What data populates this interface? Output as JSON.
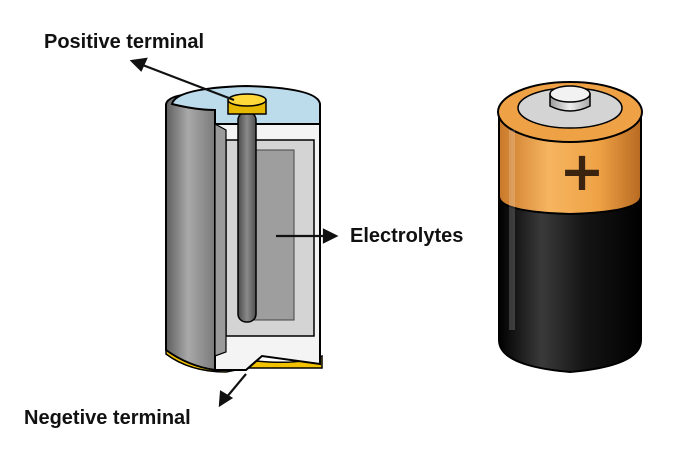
{
  "labels": {
    "positive_terminal": "Positive terminal",
    "electrolytes": "Electrolytes",
    "negative_terminal": "Negetive terminal"
  },
  "battery": {
    "plus_symbol": "+"
  },
  "colors": {
    "casing_gray": "#8c8c8c",
    "electrolyte_blue": "#bcdcec",
    "terminal_gold": "#f2c200",
    "battery_orange": "#f0a23e",
    "battery_black": "#111111",
    "outline": "#000000"
  }
}
